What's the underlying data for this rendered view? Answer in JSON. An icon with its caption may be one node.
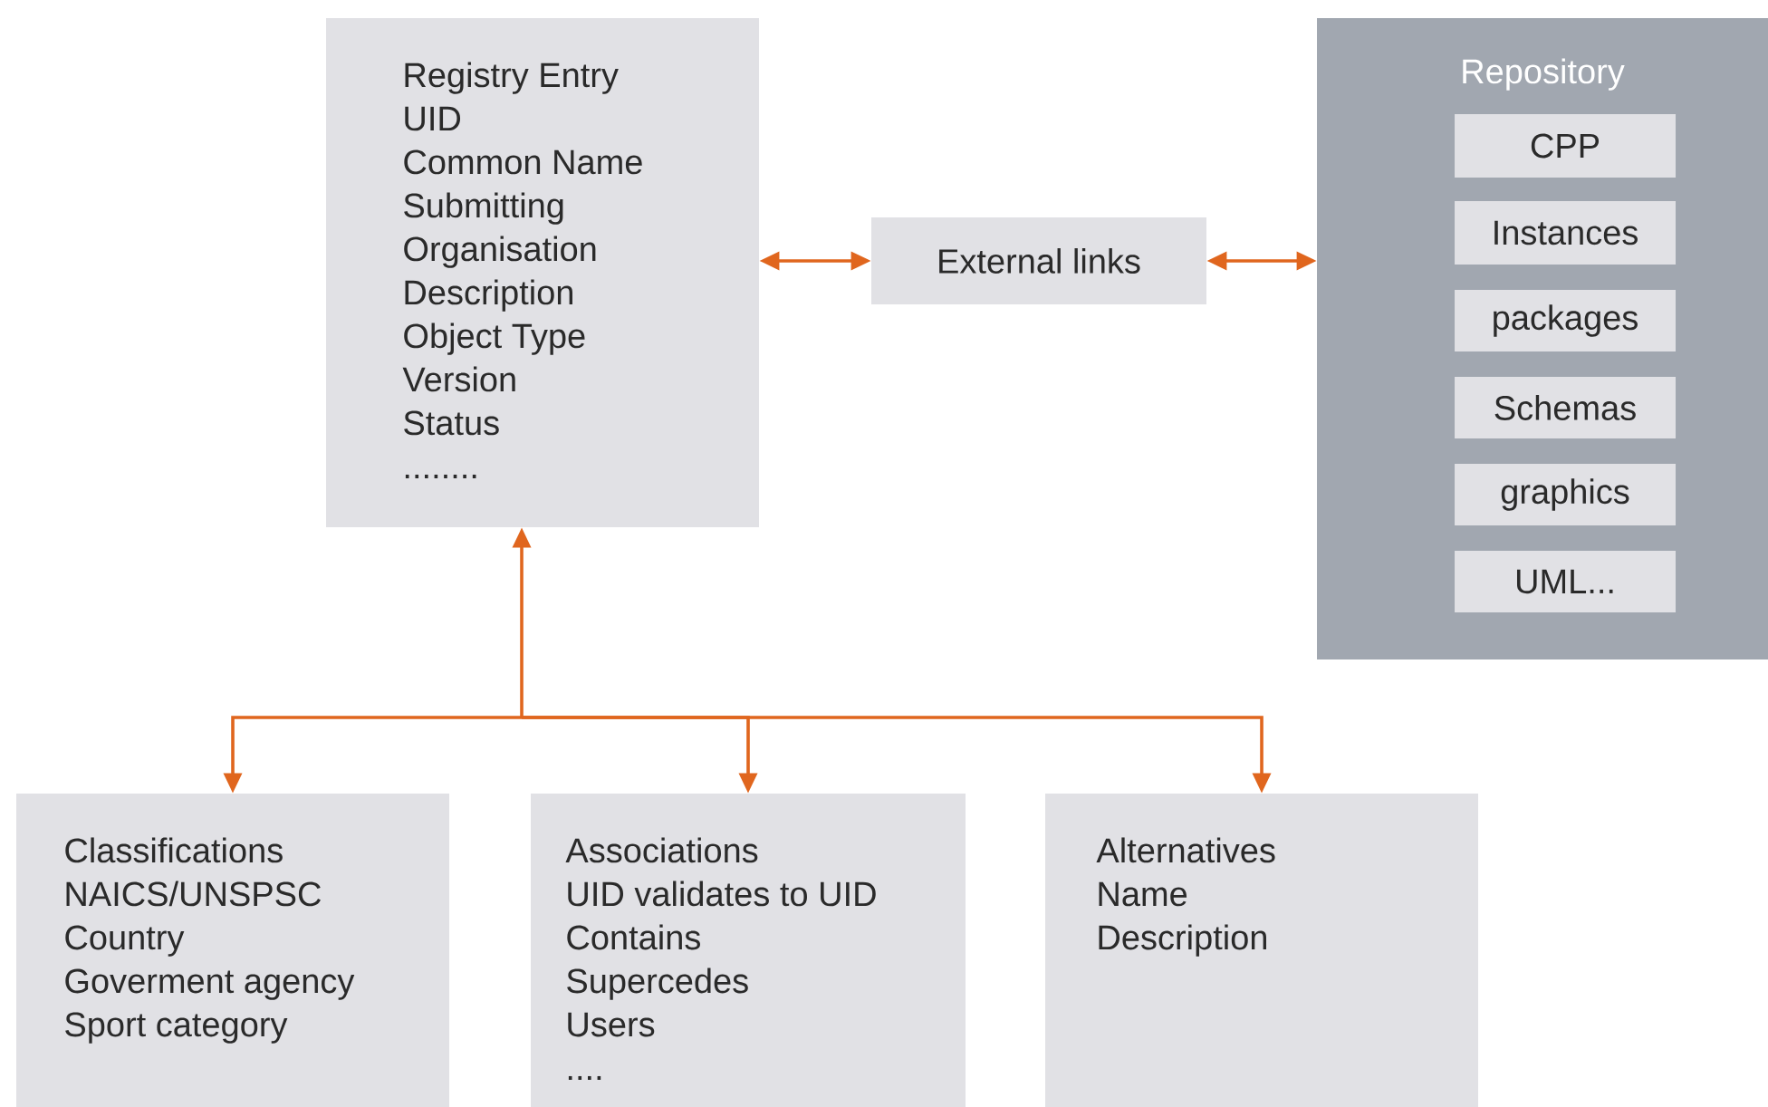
{
  "diagram": {
    "nodes": [
      {
        "text": [
          "Registry Entry",
          "UID",
          "Common Name",
          "Submitting",
          "Organisation",
          "Description",
          "Object Type",
          "Version",
          "Status",
          "........"
        ]
      },
      {
        "text": [
          "External links"
        ]
      },
      {
        "text": [
          "Repository"
        ]
      },
      {
        "text": [
          "CPP"
        ],
        "in": 2
      },
      {
        "text": [
          "Instances"
        ],
        "in": 2
      },
      {
        "text": [
          "packages"
        ],
        "in": 2
      },
      {
        "text": [
          "Schemas"
        ],
        "in": 2
      },
      {
        "text": [
          "graphics"
        ],
        "in": 2
      },
      {
        "text": [
          "UML..."
        ],
        "in": 2
      },
      {
        "text": [
          "Classifications",
          "NAICS/UNSPSC",
          "Country",
          "Goverment agency",
          "Sport category"
        ]
      },
      {
        "text": [
          "Associations",
          "UID validates to UID",
          "Contains",
          "Supercedes",
          "Users",
          "...."
        ]
      },
      {
        "text": [
          "Alternatives",
          "Name",
          "Description"
        ]
      }
    ],
    "edges": [
      {
        "from": 0,
        "to": 1,
        "arrow": "both"
      },
      {
        "from": 1,
        "to": 2,
        "arrow": "both"
      },
      {
        "from": 0,
        "to": 9,
        "arrow": "both"
      },
      {
        "from": 0,
        "to": 10,
        "arrow": "both"
      },
      {
        "from": 0,
        "to": 11,
        "arrow": "both"
      }
    ]
  }
}
